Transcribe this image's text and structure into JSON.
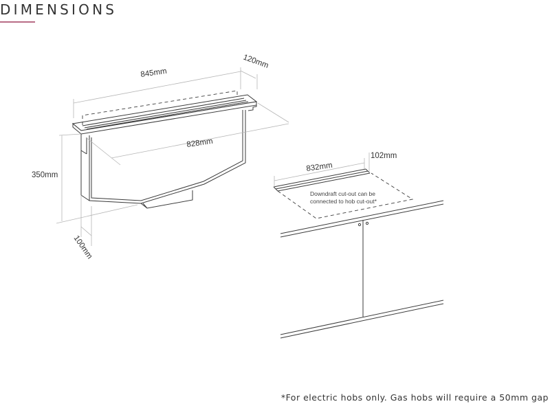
{
  "header": {
    "title": "DIMENSIONS",
    "accent_color": "#b86b85"
  },
  "downdraft_unit": {
    "width_label": "845mm",
    "depth_label": "120mm",
    "inner_width_label": "828mm",
    "height_label": "350mm",
    "bracket_depth_label": "100mm"
  },
  "cutout": {
    "width_label": "832mm",
    "depth_label": "102mm",
    "note_line1": "Downdraft cut-out can be",
    "note_line2": "connected to hob cut-out*"
  },
  "footnote": "*For electric hobs only. Gas hobs will require a 50mm gap",
  "colors": {
    "line": "#3a3a3a",
    "dimension_line": "#b5b5b5",
    "background": "#ffffff"
  }
}
